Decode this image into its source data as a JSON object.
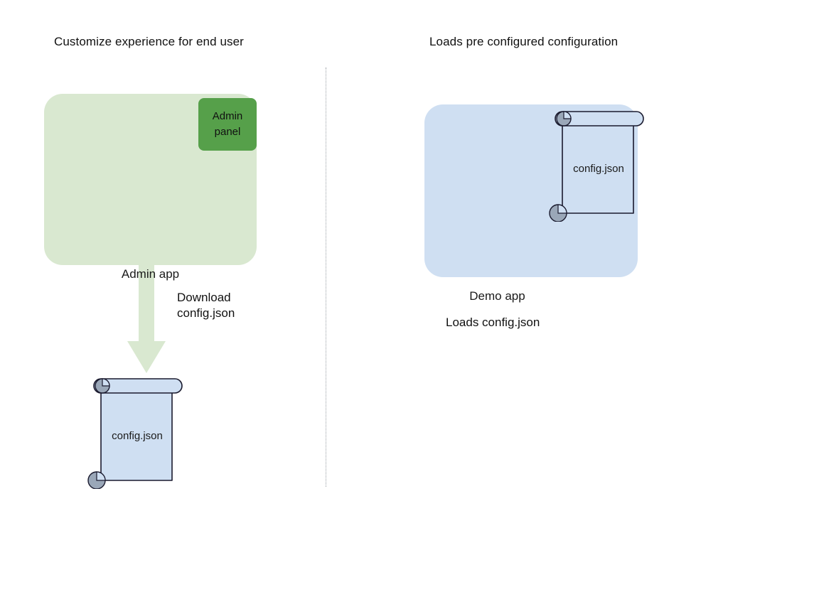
{
  "diagram": {
    "background_color": "#ffffff",
    "divider": {
      "name": "vertical-dotted-divider",
      "style": "dotted",
      "color": "#9aa0a6"
    },
    "left_panel": {
      "title": "Customize experience for end user",
      "app": {
        "label": "Admin app",
        "fill_color": "#d9e8d0"
      },
      "admin_panel": {
        "label": "Admin\npanel",
        "fill_color": "#56a04a"
      },
      "arrow": {
        "label": "Download\nconfig.json",
        "fill_color": "#d9e8d0",
        "direction": "down"
      },
      "document": {
        "label": "config.json",
        "fill_color": "#cfdff2",
        "stroke_color": "#1a1a2e",
        "curl_color": "#9aa7b8"
      }
    },
    "right_panel": {
      "title": "Loads pre configured configuration",
      "app": {
        "label": "Demo app",
        "fill_color": "#cfdff2"
      },
      "document": {
        "label": "config.json",
        "fill_color": "#cfdff2",
        "stroke_color": "#1a1a2e",
        "curl_color": "#9aa7b8"
      },
      "caption": "Loads config.json"
    }
  }
}
